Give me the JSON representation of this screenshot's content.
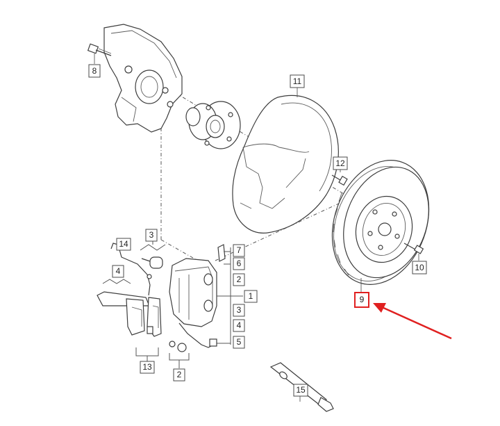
{
  "colors": {
    "line": "#3c3c3c",
    "highlight": "#e02020",
    "arrow": "#e02020"
  },
  "callouts": {
    "c8": "8",
    "c11": "11",
    "c12": "12",
    "c10": "10",
    "c9": "9",
    "c3a": "3",
    "c14": "14",
    "c7": "7",
    "c6": "6",
    "c2a": "2",
    "c4a": "4",
    "c1": "1",
    "c3b": "3",
    "c4b": "4",
    "c5": "5",
    "c13": "13",
    "c2b": "2",
    "c15": "15"
  },
  "highlight": {
    "target_callout": "9",
    "arrow_icon": "arrow-pointer-icon"
  }
}
